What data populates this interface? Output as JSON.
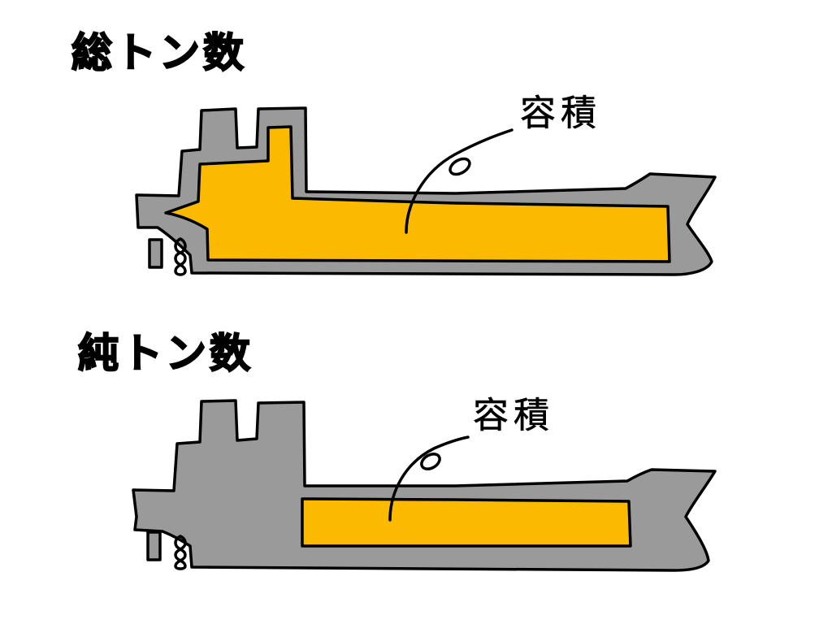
{
  "panels": [
    {
      "id": "gross",
      "heading": "総トン数",
      "callout": "容積"
    },
    {
      "id": "net",
      "heading": "純トン数",
      "callout": "容積"
    }
  ],
  "colors": {
    "hull": "#9a9a9a",
    "volume": "#fbb900",
    "outline": "#000000",
    "background": "#ffffff"
  },
  "icons": [
    "ship-hull-icon",
    "propeller-icon",
    "rudder-icon"
  ]
}
